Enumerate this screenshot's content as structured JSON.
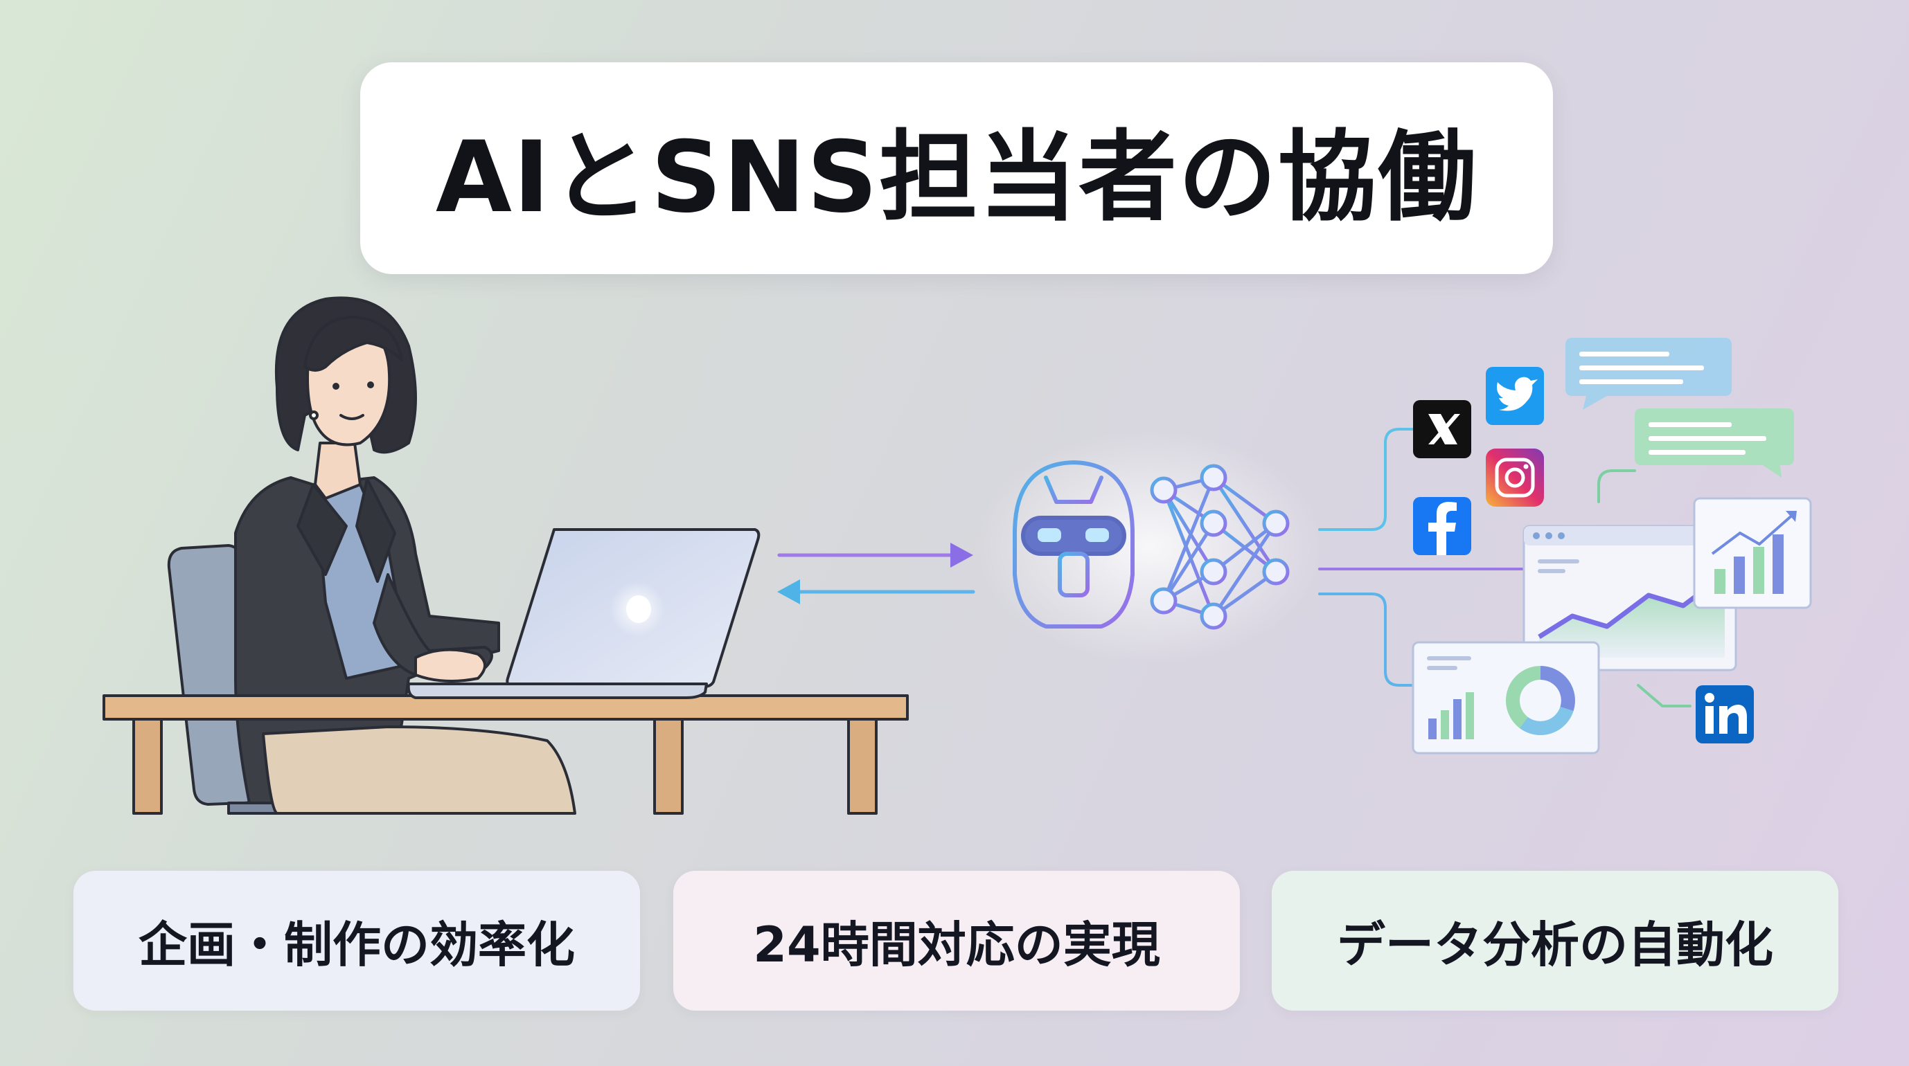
{
  "title": "AIとSNS担当者の協働",
  "features": [
    {
      "label": "企画・制作の効率化"
    },
    {
      "label": "24時間対応の実現"
    },
    {
      "label": "データ分析の自動化"
    }
  ],
  "icons": [
    "woman-at-laptop-illustration",
    "exchange-arrows-icon",
    "ai-robot-head-icon",
    "neural-network-icon",
    "x-logo-icon",
    "twitter-bird-icon",
    "instagram-logo-icon",
    "facebook-logo-icon",
    "linkedin-logo-icon",
    "chat-bubble-icon",
    "analytics-dashboard-icon",
    "bar-chart-icon",
    "donut-chart-icon"
  ],
  "colors": {
    "accent_blue": "#4fb3e8",
    "accent_purple": "#8a6ee6",
    "accent_green": "#8fd6a8",
    "twitter": "#1d9bf0",
    "facebook": "#1877f2",
    "linkedin": "#0a66c2",
    "x": "#111111"
  }
}
